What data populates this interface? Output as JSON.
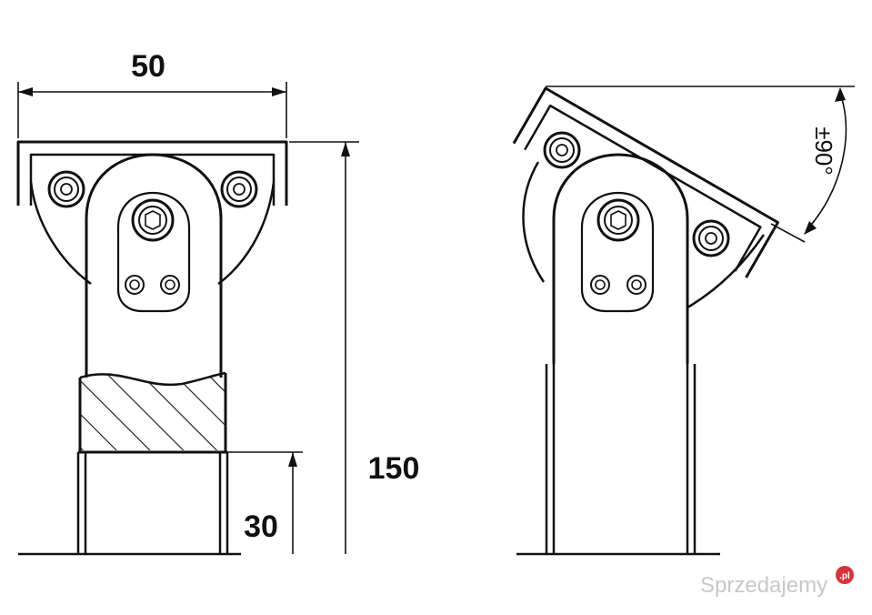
{
  "dimensions": {
    "width": "50",
    "height_total": "150",
    "height_base": "30",
    "angle": "±90°"
  },
  "watermark": {
    "text": "Sprzedajemy",
    "badge": ".pl"
  },
  "colors": {
    "line": "#111111",
    "background": "#ffffff",
    "watermark": "#c8c8c8",
    "badge": "#d6343c"
  }
}
